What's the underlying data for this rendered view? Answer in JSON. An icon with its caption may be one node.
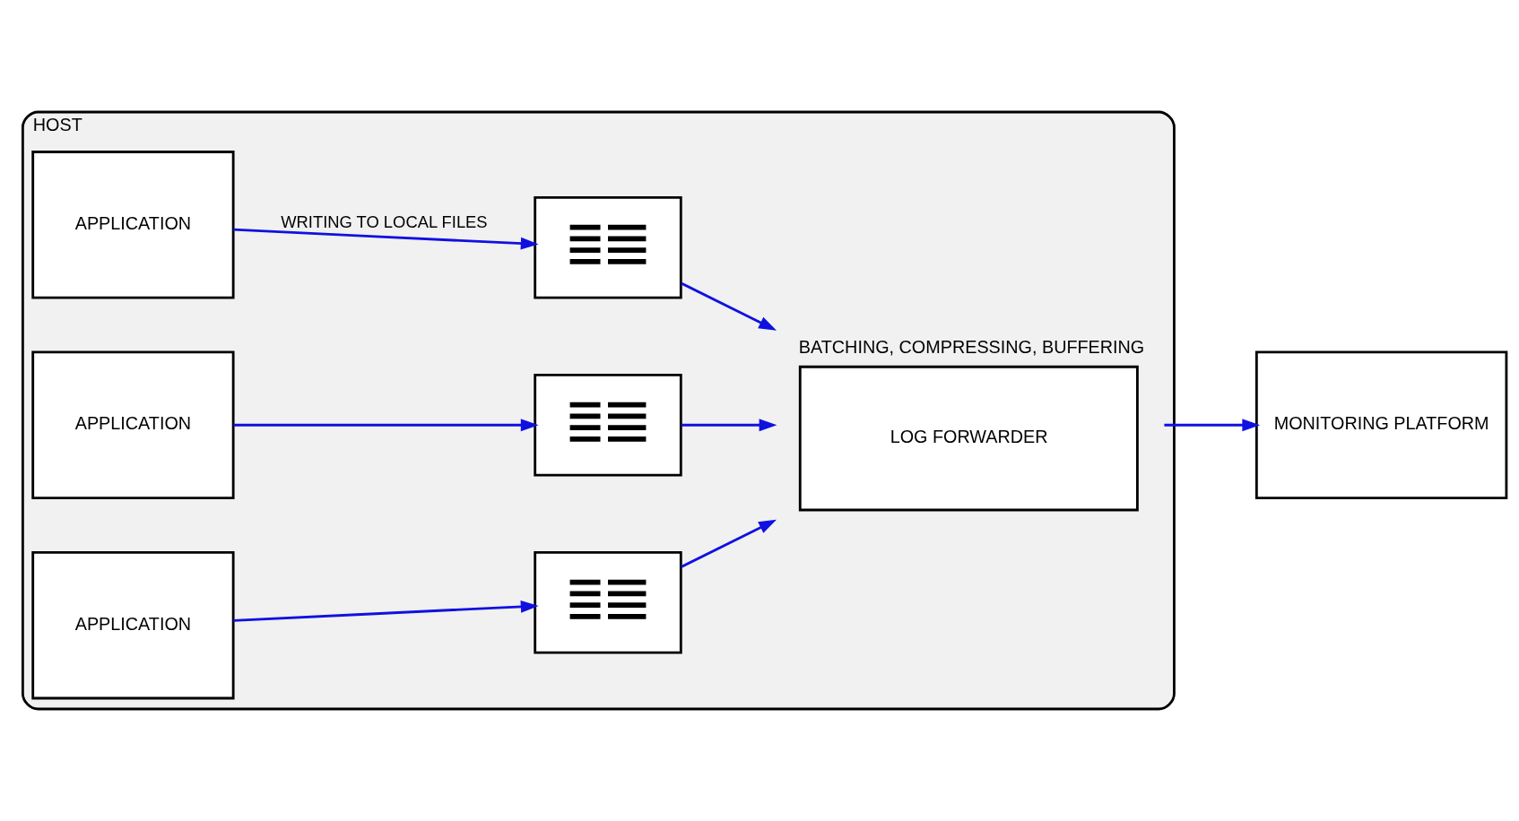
{
  "diagram": {
    "nodes": [
      {
        "text": [
          "HOST"
        ]
      },
      {
        "text": [
          "APPLICATION"
        ],
        "in": 0
      },
      {
        "text": [
          "APPLICATION"
        ],
        "in": 0
      },
      {
        "text": [
          "APPLICATION"
        ],
        "in": 0
      },
      {
        "text": [],
        "shape": "document",
        "in": 0
      },
      {
        "text": [],
        "shape": "document",
        "in": 0
      },
      {
        "text": [],
        "shape": "document",
        "in": 0
      },
      {
        "text": [
          "LOG FORWARDER"
        ],
        "in": 0,
        "beside": [
          "BATCHING, COMPRESSING, BUFFERING"
        ]
      },
      {
        "text": [
          "MONITORING PLATFORM"
        ]
      }
    ],
    "edges": [
      {
        "from": 1,
        "to": 4,
        "arrow": "to",
        "label": "WRITING TO LOCAL FILES"
      },
      {
        "from": 2,
        "to": 5,
        "arrow": "to"
      },
      {
        "from": 3,
        "to": 6,
        "arrow": "to"
      },
      {
        "from": 4,
        "to": 7,
        "arrow": "to"
      },
      {
        "from": 5,
        "to": 7,
        "arrow": "to"
      },
      {
        "from": 6,
        "to": 7,
        "arrow": "to"
      },
      {
        "from": 7,
        "to": 8,
        "arrow": "to"
      }
    ]
  }
}
